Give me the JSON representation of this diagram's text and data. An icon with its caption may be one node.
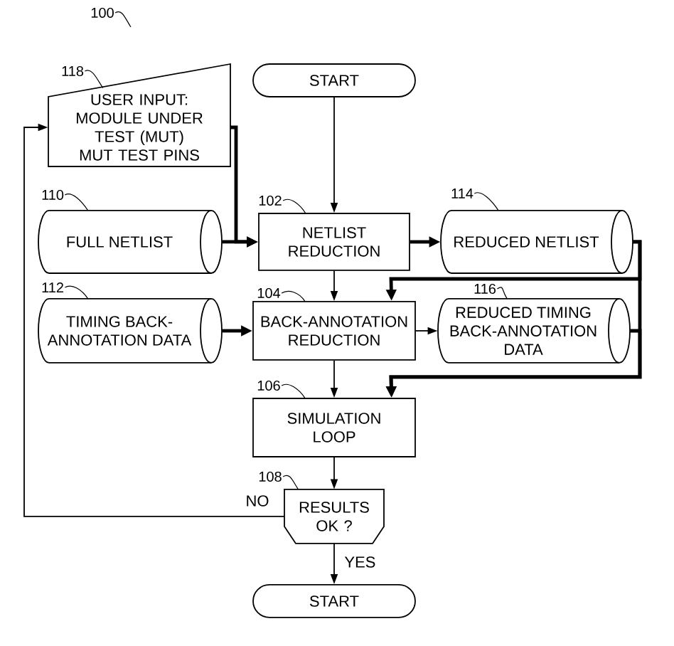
{
  "diagram": {
    "nodes": [
      {
        "text": [
          "USER INPUT: MODULE UNDER TEST (MUT) MUT TEST PINS"
        ]
      },
      {
        "text": [
          "START"
        ]
      },
      {
        "text": [
          "FULL NETLIST"
        ]
      },
      {
        "text": [
          "NETLIST REDUCTION"
        ]
      },
      {
        "text": [
          "REDUCED NETLIST"
        ]
      },
      {
        "text": [
          "TIMING BACK-ANNOTATION DATA"
        ]
      },
      {
        "text": [
          "BACK-ANNOTATION REDUCTION"
        ]
      },
      {
        "text": [
          "REDUCED TIMING BACK-ANNOTATION DATA"
        ]
      },
      {
        "text": [
          "SIMULATION LOOP"
        ]
      },
      {
        "text": [
          "RESULTS OK ?"
        ]
      },
      {
        "text": [
          "START"
        ]
      },
      {
        "text": [
          "100"
        ]
      },
      {
        "text": [
          "118"
        ]
      },
      {
        "text": [
          "110"
        ]
      },
      {
        "text": [
          "102"
        ]
      },
      {
        "text": [
          "114"
        ]
      },
      {
        "text": [
          "112"
        ]
      },
      {
        "text": [
          "104"
        ]
      },
      {
        "text": [
          "116"
        ]
      },
      {
        "text": [
          "106"
        ]
      },
      {
        "text": [
          "108"
        ]
      }
    ],
    "edges": [
      {
        "from": 1,
        "to": 3,
        "arrow": "to"
      },
      {
        "from": 0,
        "to": 3,
        "arrow": "to",
        "style": "thick"
      },
      {
        "from": 2,
        "to": 3,
        "arrow": "to",
        "style": "thick"
      },
      {
        "from": 3,
        "to": 4,
        "arrow": "to",
        "style": "thick"
      },
      {
        "from": 3,
        "to": 6,
        "arrow": "to"
      },
      {
        "from": 4,
        "to": 6,
        "arrow": "to",
        "style": "thick"
      },
      {
        "from": 4,
        "to": 8,
        "arrow": "to",
        "style": "thick"
      },
      {
        "from": 5,
        "to": 6,
        "arrow": "to",
        "style": "thick"
      },
      {
        "from": 6,
        "to": 7,
        "arrow": "to"
      },
      {
        "from": 7,
        "to": 8,
        "arrow": "to",
        "style": "thick"
      },
      {
        "from": 6,
        "to": 8,
        "arrow": "to"
      },
      {
        "from": 8,
        "to": 9,
        "arrow": "to"
      },
      {
        "from": 9,
        "to": 10,
        "arrow": "to",
        "label": "YES"
      },
      {
        "from": 9,
        "to": 0,
        "arrow": "to",
        "label": "NO"
      },
      {
        "from": 11,
        "to": null,
        "arrow": "none"
      },
      {
        "from": 12,
        "to": 0,
        "arrow": "none"
      },
      {
        "from": 13,
        "to": 2,
        "arrow": "none"
      },
      {
        "from": 14,
        "to": 3,
        "arrow": "none"
      },
      {
        "from": 15,
        "to": 4,
        "arrow": "none"
      },
      {
        "from": 16,
        "to": 5,
        "arrow": "none"
      },
      {
        "from": 17,
        "to": 6,
        "arrow": "none"
      },
      {
        "from": 18,
        "to": 7,
        "arrow": "none"
      },
      {
        "from": 19,
        "to": 8,
        "arrow": "none"
      },
      {
        "from": 20,
        "to": 9,
        "arrow": "none"
      }
    ]
  }
}
